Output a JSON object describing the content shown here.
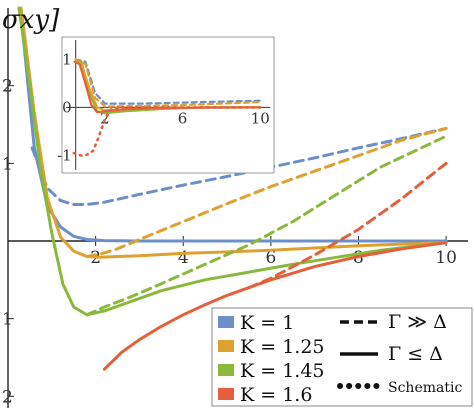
{
  "chart_data": [
    {
      "type": "line",
      "ylabel": "σxy]",
      "xlim": [
        0,
        10.5
      ],
      "ylim": [
        -2.15,
        3.0
      ],
      "x_ticks": [
        2,
        4,
        6,
        8,
        10
      ],
      "y_tick_labels": [
        {
          "y": 2,
          "label": "2"
        },
        {
          "y": 1,
          "label": "1"
        },
        {
          "y": -1,
          "label": "1"
        },
        {
          "y": -2,
          "label": "2"
        }
      ],
      "legend": {
        "position": "lower-right",
        "entries": [
          {
            "label": "K = 1",
            "color": "#6b8fc9"
          },
          {
            "label": "K = 1.25",
            "color": "#e0a030"
          },
          {
            "label": "K = 1.45",
            "color": "#8ab83a"
          },
          {
            "label": "K = 1.6",
            "color": "#e5603a"
          }
        ],
        "style_entries": [
          {
            "label": "Γ ≫ Δ",
            "style": "dashed"
          },
          {
            "label": "Γ ≤ Δ",
            "style": "solid"
          },
          {
            "label": "Schematic",
            "style": "dotted"
          }
        ]
      },
      "series": [
        {
          "color": "#6b8fc9",
          "style": "solid",
          "x": [
            0.3,
            0.6,
            0.9,
            1.2,
            1.5,
            1.8,
            2.2,
            3,
            5,
            10
          ],
          "y": [
            2.9,
            1.2,
            0.45,
            0.18,
            0.06,
            0.02,
            0.005,
            0.0,
            0.0,
            0.0
          ]
        },
        {
          "color": "#6b8fc9",
          "style": "dashed",
          "x": [
            0.55,
            0.9,
            1.2,
            1.5,
            1.8,
            2.2,
            3,
            4,
            5,
            6,
            7,
            8,
            9,
            10
          ],
          "y": [
            1.2,
            0.68,
            0.52,
            0.47,
            0.47,
            0.5,
            0.6,
            0.72,
            0.83,
            0.95,
            1.07,
            1.2,
            1.32,
            1.45
          ]
        },
        {
          "color": "#e0a030",
          "style": "solid",
          "x": [
            0.3,
            0.6,
            0.9,
            1.2,
            1.5,
            1.8,
            2.1,
            2.5,
            3,
            4,
            5,
            6,
            7,
            8,
            9,
            10
          ],
          "y": [
            3.0,
            1.65,
            0.55,
            0.05,
            -0.13,
            -0.2,
            -0.21,
            -0.2,
            -0.19,
            -0.16,
            -0.14,
            -0.12,
            -0.09,
            -0.06,
            -0.04,
            -0.02
          ]
        },
        {
          "color": "#e0a030",
          "style": "dashed",
          "x": [
            1.8,
            2.1,
            2.5,
            3,
            4,
            5,
            6,
            7,
            8,
            9,
            10
          ],
          "y": [
            -0.2,
            -0.17,
            -0.1,
            0.02,
            0.25,
            0.48,
            0.7,
            0.9,
            1.1,
            1.3,
            1.45
          ]
        },
        {
          "color": "#8ab83a",
          "style": "solid",
          "x": [
            0.25,
            0.5,
            0.75,
            1.0,
            1.25,
            1.5,
            1.8,
            2.2,
            2.8,
            3.5,
            4.5,
            5.5,
            6.5,
            7.5,
            8.5,
            10
          ],
          "y": [
            3.0,
            2.0,
            0.9,
            0.1,
            -0.55,
            -0.85,
            -0.95,
            -0.9,
            -0.78,
            -0.64,
            -0.5,
            -0.4,
            -0.3,
            -0.21,
            -0.12,
            -0.02
          ]
        },
        {
          "color": "#8ab83a",
          "style": "dashed",
          "x": [
            1.8,
            2.2,
            2.8,
            3.5,
            4.5,
            5.5,
            6.5,
            7.5,
            8.5,
            10
          ],
          "y": [
            -0.95,
            -0.85,
            -0.72,
            -0.55,
            -0.3,
            -0.05,
            0.25,
            0.6,
            0.95,
            1.35
          ]
        },
        {
          "color": "#e5603a",
          "style": "solid",
          "x": [
            2.2,
            2.6,
            3.0,
            3.5,
            4.0,
            4.5,
            5,
            5.5,
            6,
            7,
            8,
            9,
            10
          ],
          "y": [
            -1.65,
            -1.43,
            -1.27,
            -1.1,
            -0.95,
            -0.82,
            -0.7,
            -0.6,
            -0.5,
            -0.33,
            -0.2,
            -0.1,
            -0.02
          ]
        },
        {
          "color": "#e5603a",
          "style": "dashed",
          "x": [
            5.5,
            6,
            7,
            8,
            9,
            10
          ],
          "y": [
            -0.6,
            -0.48,
            -0.18,
            0.15,
            0.55,
            1.0
          ]
        }
      ]
    },
    {
      "type": "line",
      "title": "inset",
      "xlim": [
        0,
        10.5
      ],
      "ylim": [
        -1.3,
        1.4
      ],
      "x_ticks": [
        2,
        6,
        10
      ],
      "y_ticks": [
        1,
        0,
        -1
      ],
      "series": [
        {
          "color": "#6b8fc9",
          "style": "dashed",
          "x": [
            0.5,
            1,
            1.5,
            2,
            4,
            6,
            8,
            10
          ],
          "y": [
            1.0,
            0.95,
            0.3,
            0.08,
            0.08,
            0.1,
            0.12,
            0.14
          ]
        },
        {
          "color": "#e0a030",
          "style": "dashed",
          "x": [
            0.5,
            1,
            1.5,
            2,
            4,
            6,
            8,
            10
          ],
          "y": [
            1.0,
            0.9,
            0.2,
            0.02,
            0.03,
            0.05,
            0.08,
            0.11
          ]
        },
        {
          "color": "#8ab83a",
          "style": "solid",
          "x": [
            0.5,
            0.8,
            1.2,
            1.6,
            2,
            3,
            5,
            7,
            10
          ],
          "y": [
            1.0,
            0.95,
            0.3,
            -0.08,
            -0.12,
            -0.08,
            -0.03,
            0.0,
            0.0
          ]
        },
        {
          "color": "#e0a030",
          "style": "solid",
          "x": [
            0.5,
            0.8,
            1.2,
            1.6,
            2,
            3,
            5,
            7,
            10
          ],
          "y": [
            1.0,
            0.9,
            0.4,
            0.0,
            -0.06,
            -0.04,
            -0.02,
            0.0,
            0.0
          ]
        },
        {
          "color": "#e5603a",
          "style": "dotted",
          "x": [
            0.4,
            0.8,
            1.1,
            1.4,
            1.7,
            2,
            2.3,
            2.7,
            3.2,
            4,
            5,
            7,
            10
          ],
          "y": [
            -0.95,
            -1.0,
            -0.98,
            -0.9,
            -0.6,
            -0.25,
            -0.05,
            0.0,
            0.0,
            0.0,
            0.0,
            0.0,
            0.0
          ]
        },
        {
          "color": "#e5603a",
          "style": "solid",
          "x": [
            0.45,
            0.7,
            1.0,
            1.3,
            1.6,
            2,
            3,
            5,
            10
          ],
          "y": [
            0.95,
            0.9,
            0.5,
            0.05,
            -0.1,
            -0.08,
            -0.04,
            -0.01,
            0.0
          ]
        }
      ]
    }
  ]
}
